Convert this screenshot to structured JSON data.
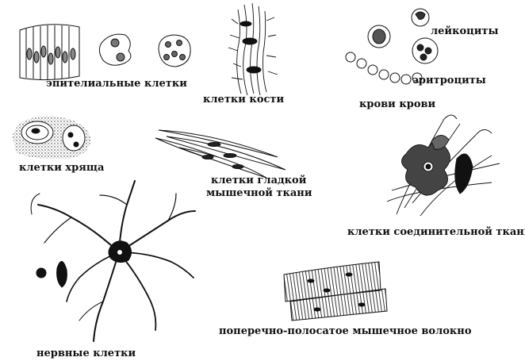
{
  "labels": {
    "epithelial": "эпителиальные клетки",
    "bone": "клетки кости",
    "leukocytes": "лейкоциты",
    "erythrocytes": "эритроциты",
    "blood": "крови крови",
    "cartilage": "клетки хряща",
    "smooth_line1": "клетки гладкой",
    "smooth_line2": "мышечной ткани",
    "connective": "клетки соединительной ткани",
    "striated": "поперечно-полосатое мышечное волокно",
    "nerve": "нервные клетки"
  }
}
